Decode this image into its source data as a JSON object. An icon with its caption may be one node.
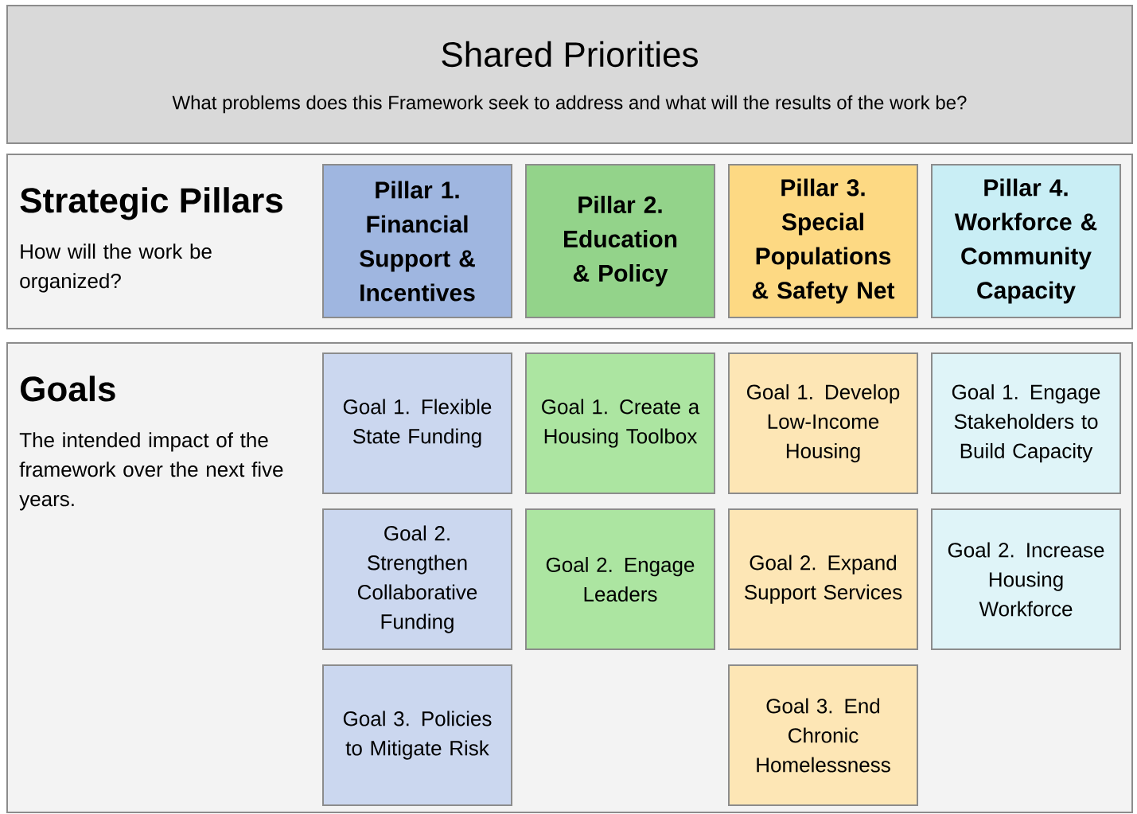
{
  "diagram": {
    "nodes": [
      {
        "text": [
          "Shared Priorities",
          "What problems does this Framework seek to address and what will the results of the work be?"
        ]
      },
      {
        "text": [
          "Strategic Pillars",
          "How will the work be organized?"
        ]
      },
      {
        "text": [
          "Pillar 1. Financial Support & Incentives"
        ],
        "in": 1
      },
      {
        "text": [
          "Pillar 2. Education & Policy"
        ],
        "in": 1
      },
      {
        "text": [
          "Pillar 3. Special Populations & Safety Net"
        ],
        "in": 1
      },
      {
        "text": [
          "Pillar 4. Workforce & Community Capacity"
        ],
        "in": 1
      },
      {
        "text": [
          "Goals",
          "The intended impact of the framework over the next five years."
        ]
      },
      {
        "text": [
          "Goal 1. Flexible State Funding"
        ],
        "in": 6
      },
      {
        "text": [
          "Goal 1. Create a Housing Toolbox"
        ],
        "in": 6
      },
      {
        "text": [
          "Goal 1. Develop Low-Income Housing"
        ],
        "in": 6
      },
      {
        "text": [
          "Goal 1. Engage Stakeholders to Build Capacity"
        ],
        "in": 6
      },
      {
        "text": [
          "Goal 2. Strengthen Collaborative Funding"
        ],
        "in": 6
      },
      {
        "text": [
          "Goal 2. Engage Leaders"
        ],
        "in": 6
      },
      {
        "text": [
          "Goal 2. Expand Support Services"
        ],
        "in": 6
      },
      {
        "text": [
          "Goal 2. Increase Housing Workforce"
        ],
        "in": 6
      },
      {
        "text": [
          "Goal 3. Policies to Mitigate Risk"
        ],
        "in": 6
      },
      {
        "text": [
          "Goal 3. End Chronic Homelessness"
        ],
        "in": 6
      }
    ]
  }
}
